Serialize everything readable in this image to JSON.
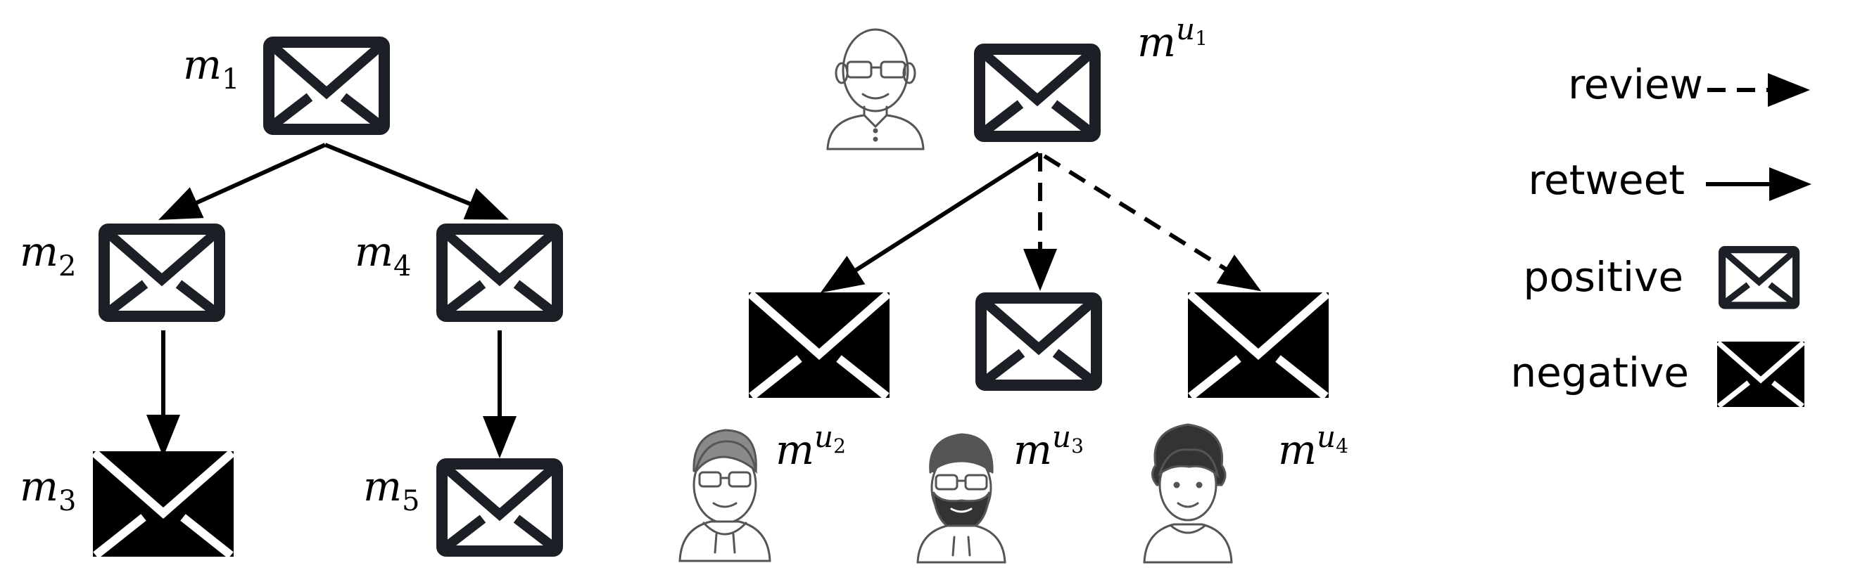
{
  "tree_left": {
    "nodes": [
      {
        "id": "m1",
        "var": "m",
        "sub": "1",
        "style": "positive"
      },
      {
        "id": "m2",
        "var": "m",
        "sub": "2",
        "style": "positive"
      },
      {
        "id": "m3",
        "var": "m",
        "sub": "3",
        "style": "negative"
      },
      {
        "id": "m4",
        "var": "m",
        "sub": "4",
        "style": "positive"
      },
      {
        "id": "m5",
        "var": "m",
        "sub": "5",
        "style": "positive"
      }
    ],
    "edges": [
      {
        "from": "m1",
        "to": "m2",
        "type": "retweet"
      },
      {
        "from": "m1",
        "to": "m4",
        "type": "retweet"
      },
      {
        "from": "m2",
        "to": "m3",
        "type": "retweet"
      },
      {
        "from": "m4",
        "to": "m5",
        "type": "retweet"
      }
    ]
  },
  "tree_right": {
    "nodes": [
      {
        "id": "mu1",
        "var": "m",
        "sup": "u",
        "supsub": "1",
        "style": "positive"
      },
      {
        "id": "mu2",
        "var": "m",
        "sup": "u",
        "supsub": "2",
        "style": "negative"
      },
      {
        "id": "mu3",
        "var": "m",
        "sup": "u",
        "supsub": "3",
        "style": "positive"
      },
      {
        "id": "mu4",
        "var": "m",
        "sup": "u",
        "supsub": "4",
        "style": "negative"
      }
    ],
    "edges": [
      {
        "from": "mu1",
        "to": "mu2",
        "type": "retweet"
      },
      {
        "from": "mu1",
        "to": "mu3",
        "type": "review"
      },
      {
        "from": "mu1",
        "to": "mu4",
        "type": "review"
      }
    ],
    "users": [
      {
        "id": "u1",
        "avatar": "bald-glasses-user-icon"
      },
      {
        "id": "u2",
        "avatar": "glasses-hoodie-user-icon"
      },
      {
        "id": "u3",
        "avatar": "bearded-glasses-user-icon"
      },
      {
        "id": "u4",
        "avatar": "curly-hair-user-icon"
      }
    ]
  },
  "legend": {
    "review": "review",
    "retweet": "retweet",
    "positive": "positive",
    "negative": "negative"
  },
  "colors": {
    "ink": "#000000",
    "envelope_outline": "#1c2026",
    "avatar_line": "#555555"
  }
}
